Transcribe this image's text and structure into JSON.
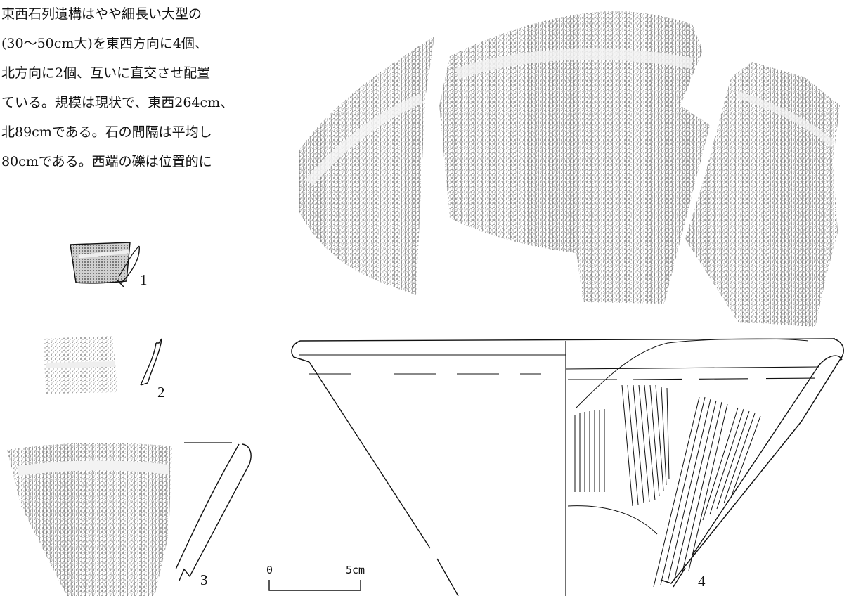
{
  "text_block": {
    "lines": [
      "東西石列遺構はやや細長い大型の",
      "(30～50cm大)を東西方向に4個、",
      "北方向に2個、互いに直交させ配置",
      "ている。規模は現状で、東西264cm、",
      "北89cmである。石の間隔は平均し",
      "80cmである。西端の礫は位置的に"
    ]
  },
  "figures": {
    "labels": [
      "1",
      "2",
      "3",
      "4"
    ]
  },
  "scale_bar": {
    "start_label": "0",
    "end_label": "5cm"
  }
}
